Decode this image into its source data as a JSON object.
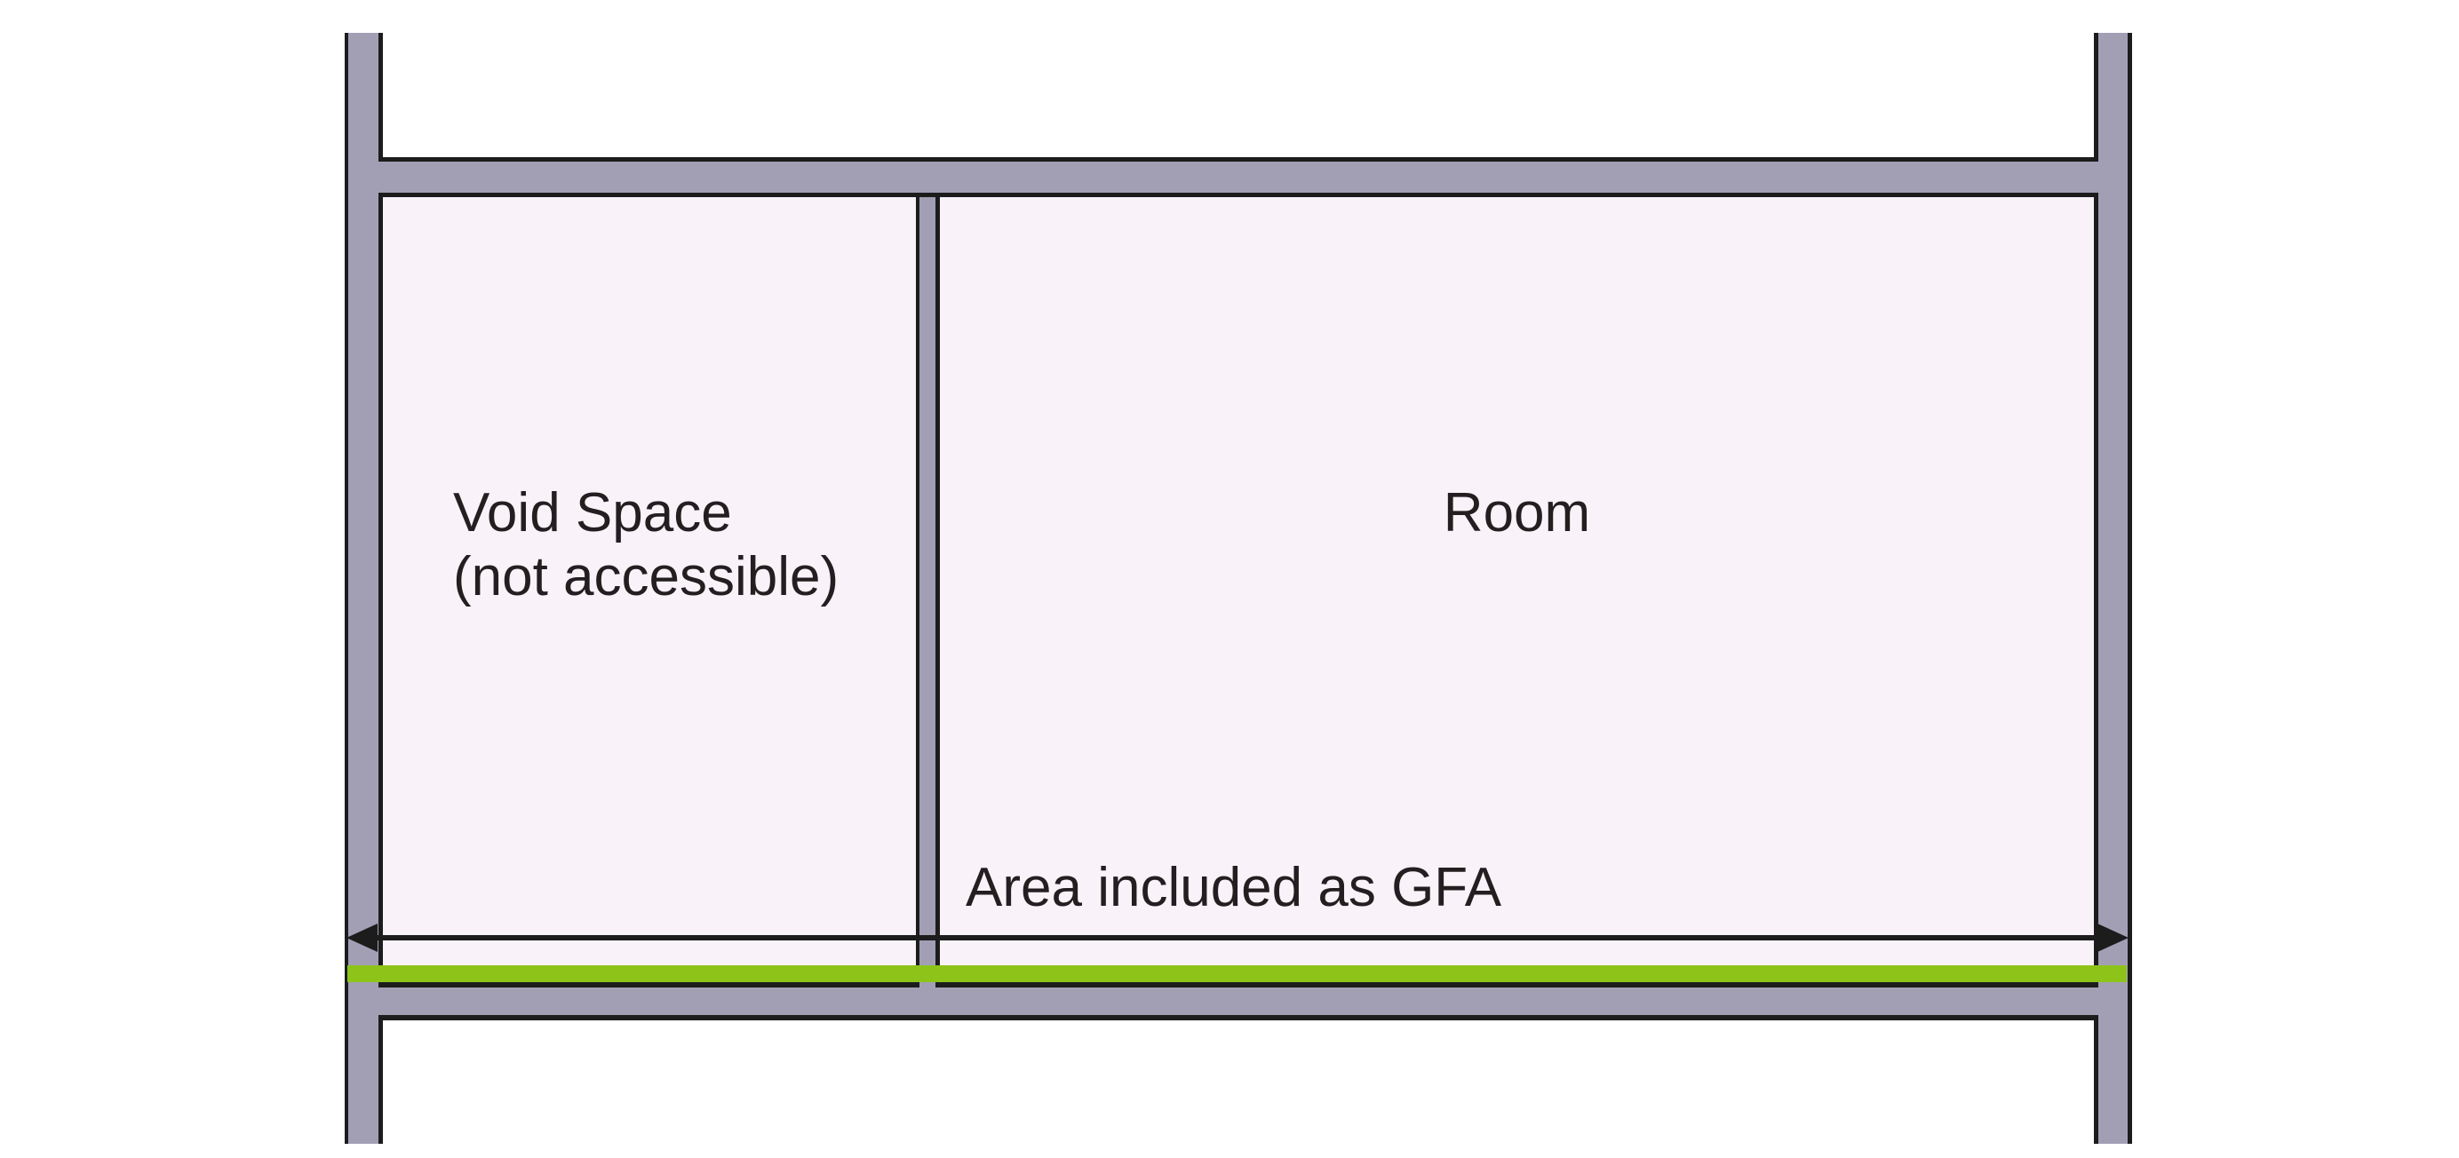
{
  "diagram": {
    "title_context": "Gross floor area (GFA) void space diagram",
    "void_room": {
      "label_line1": "Void Space",
      "label_line2": "(not accessible)"
    },
    "main_room": {
      "label": "Room"
    },
    "gfa": {
      "label": "Area included as GFA"
    },
    "colors": {
      "background": "#ffffff",
      "wall_fill": "#a29fb5",
      "wall_outline": "#1c1c1c",
      "room_fill": "#f9f2f8",
      "gfa_highlight": "#8ec41a",
      "arrow": "#1c1c1c",
      "text": "#231f20"
    }
  }
}
